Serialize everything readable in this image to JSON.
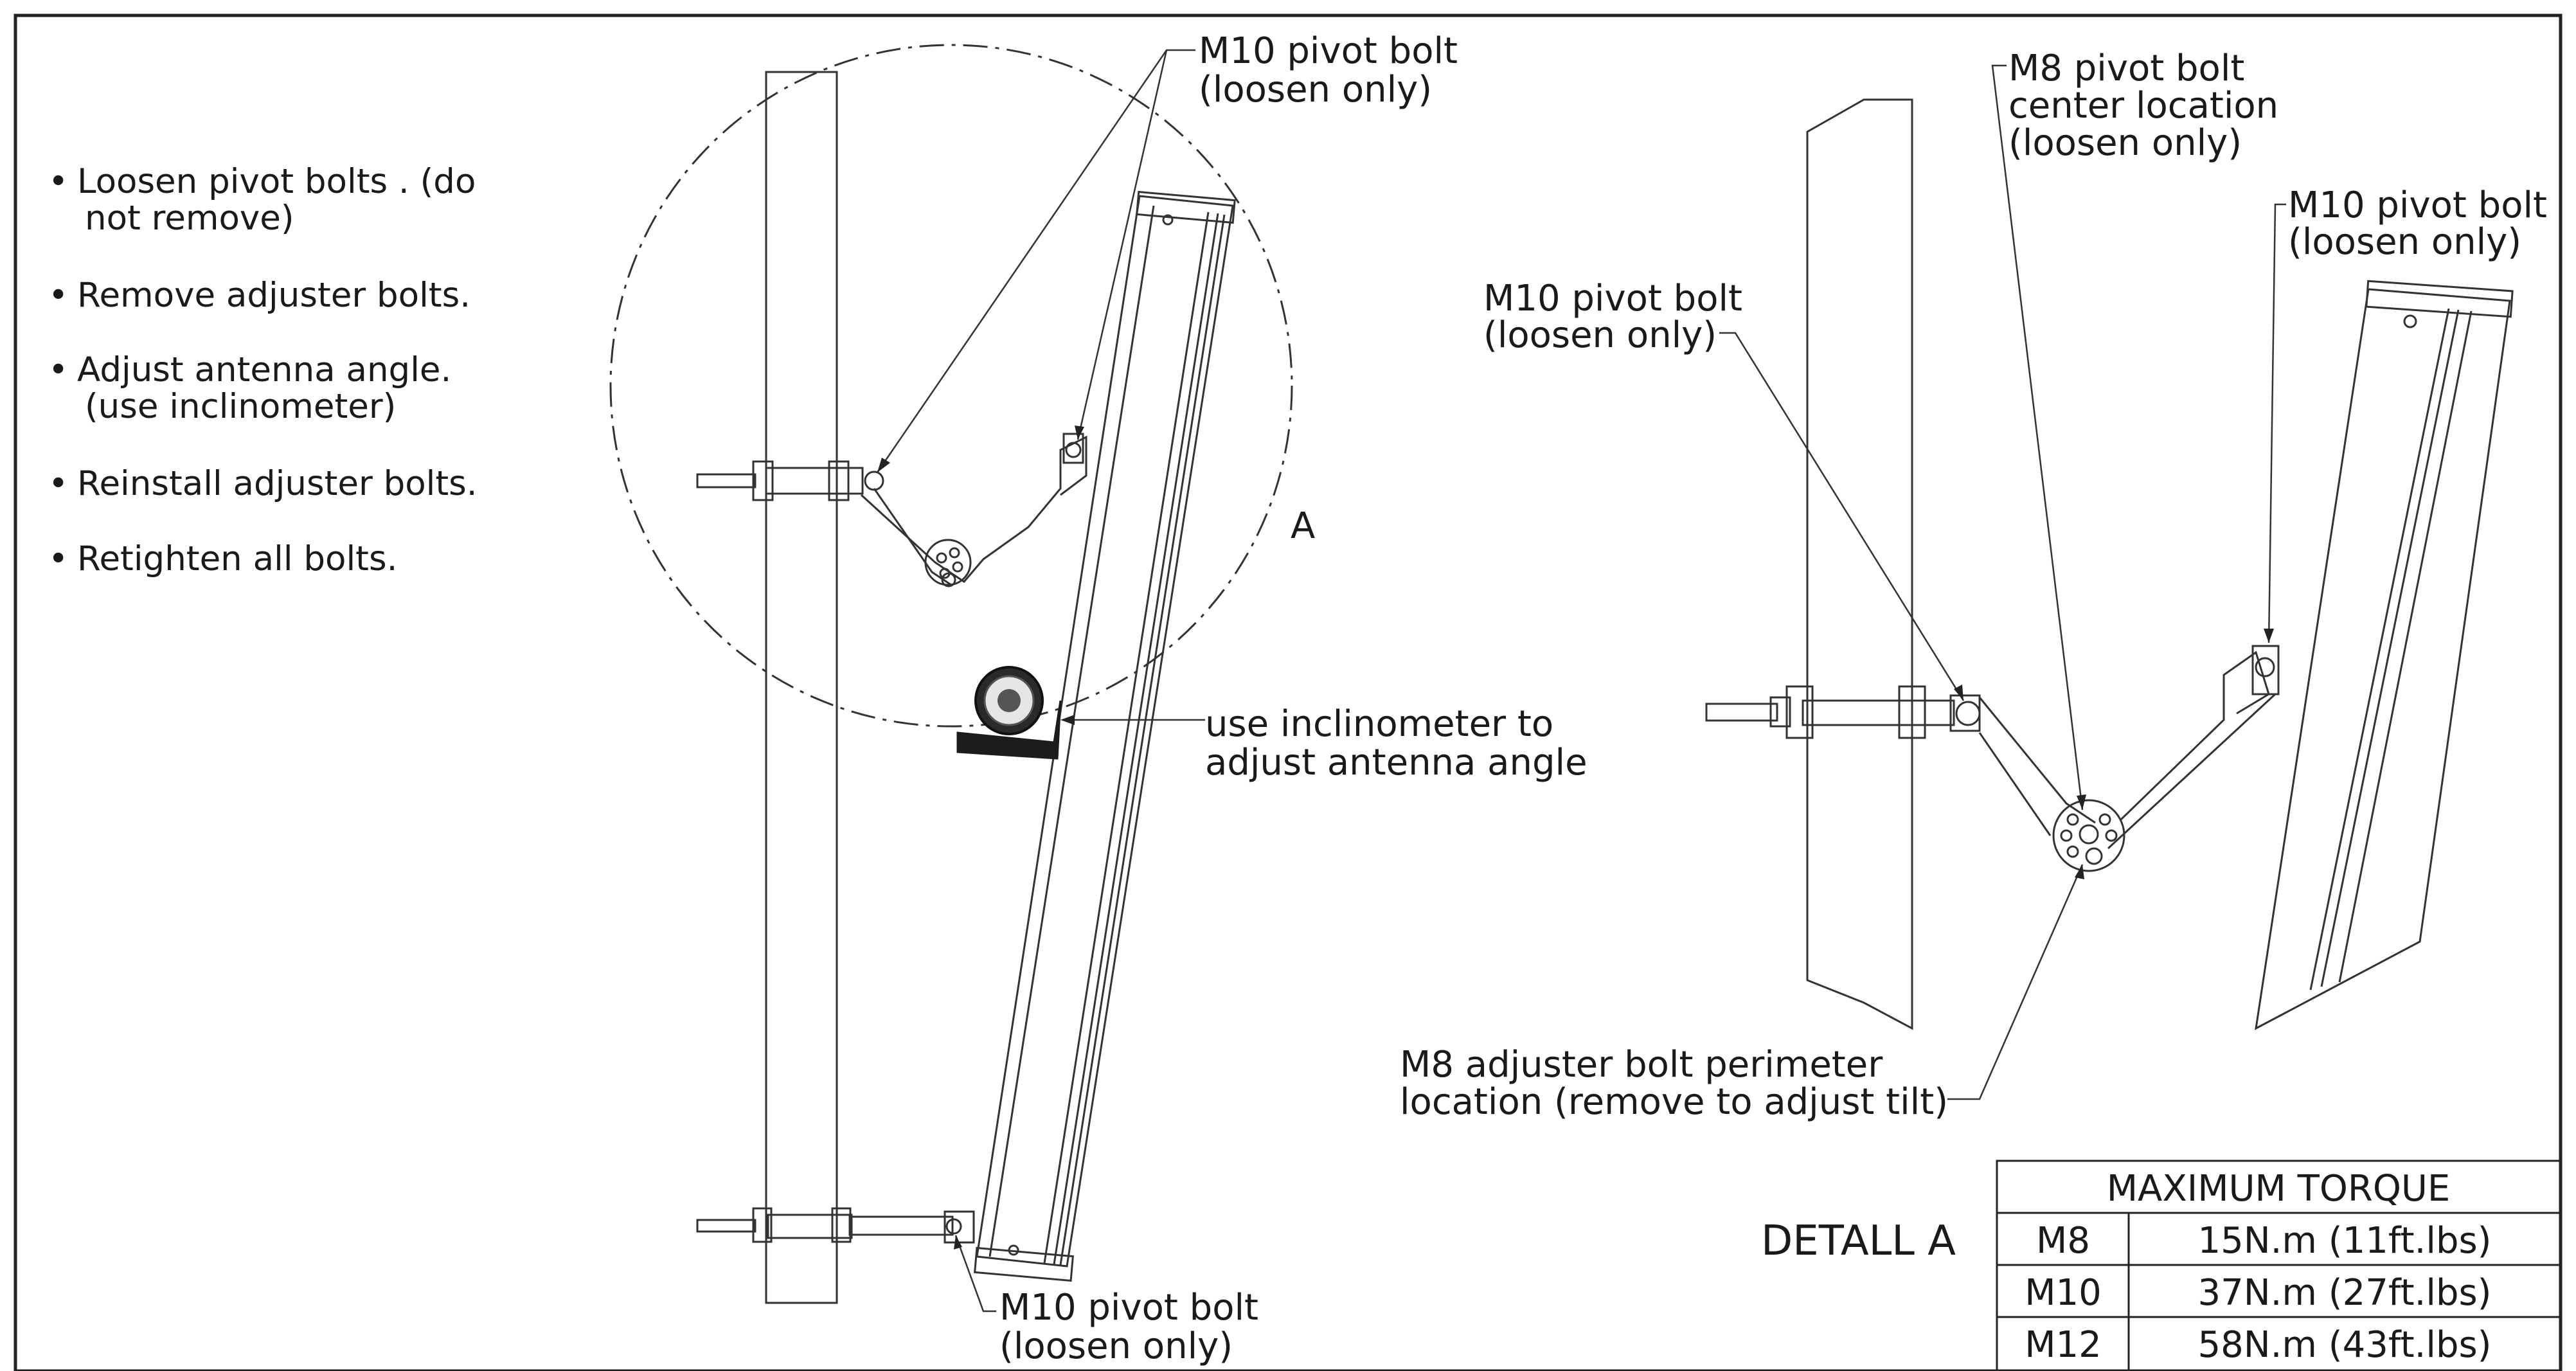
{
  "instructions": [
    {
      "bullet": "•",
      "line1": "Loosen pivot bolts . (do",
      "line2": "not remove)"
    },
    {
      "bullet": "•",
      "line1": "Remove adjuster bolts.",
      "line2": ""
    },
    {
      "bullet": "•",
      "line1": "Adjust antenna angle.",
      "line2": "(use inclinometer)"
    },
    {
      "bullet": "•",
      "line1": "Reinstall adjuster bolts.",
      "line2": ""
    },
    {
      "bullet": "•",
      "line1": "Retighten all bolts.",
      "line2": ""
    }
  ],
  "callouts": {
    "top_pivot": {
      "line1": "M10 pivot bolt",
      "line2": "(loosen only)"
    },
    "detail_marker": "A",
    "inclinometer": {
      "line1": "use inclinometer to",
      "line2": "adjust antenna angle"
    },
    "bottom_pivot": {
      "line1": "M10 pivot bolt",
      "line2": "(loosen only)"
    },
    "m8_center": {
      "line1": "M8 pivot bolt",
      "line2": "center location",
      "line3": "(loosen only)"
    },
    "detail_right_pivot": {
      "line1": "M10 pivot bolt",
      "line2": "(loosen only)"
    },
    "detail_left_pivot": {
      "line1": "M10 pivot bolt",
      "line2": "(loosen only)"
    },
    "m8_adjuster": {
      "line1": "M8 adjuster bolt perimeter",
      "line2": "location (remove to adjust tilt)"
    }
  },
  "detail_title": "DETALL A",
  "torque_table": {
    "title": "MAXIMUM TORQUE",
    "rows": [
      {
        "bolt": "M8",
        "torque": "15N.m (11ft.lbs)"
      },
      {
        "bolt": "M10",
        "torque": "37N.m (27ft.lbs)"
      },
      {
        "bolt": "M12",
        "torque": "58N.m (43ft.lbs)"
      }
    ]
  },
  "colors": {
    "line": "#333333",
    "frame": "#222222",
    "inclinometer_body": "#1c1c1c"
  }
}
